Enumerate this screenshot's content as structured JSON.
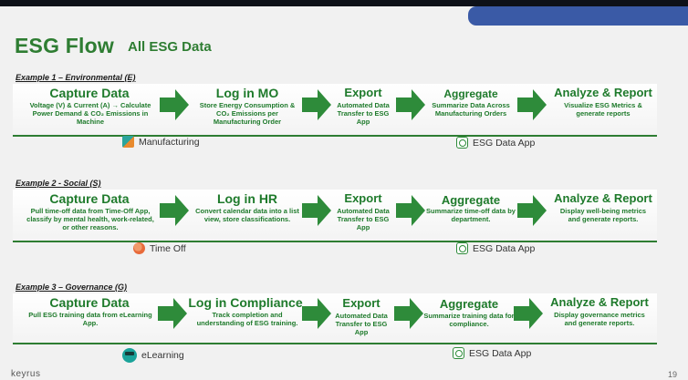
{
  "header": {
    "title": "ESG Flow",
    "subtitle": "All ESG Data"
  },
  "examples": [
    {
      "label": "Example 1 – Environmental (E)",
      "steps": [
        {
          "title": "Capture Data",
          "desc": "Voltage (V) & Current (A) → Calculate Power Demand & CO₂ Emissions in Machine"
        },
        {
          "title": "Log in MO",
          "desc": "Store Energy Consumption & CO₂ Emissions per Manufacturing Order"
        },
        {
          "title": "Export",
          "desc": "Automated Data Transfer to ESG App"
        },
        {
          "title": "Aggregate",
          "desc": "Summarize Data Across Manufacturing Orders"
        },
        {
          "title": "Analyze & Report",
          "desc": "Visualize ESG Metrics & generate reports"
        }
      ],
      "apps": [
        {
          "name": "Manufacturing",
          "icon": "manufacturing-icon"
        },
        {
          "name": "ESG Data App",
          "icon": "esg-data-app-icon"
        }
      ]
    },
    {
      "label": "Example 2 - Social (S)",
      "steps": [
        {
          "title": "Capture Data",
          "desc": "Pull time-off data from Time-Off App, classify by mental health, work-related, or other reasons."
        },
        {
          "title": "Log in HR",
          "desc": "Convert calendar data into a list view, store classifications."
        },
        {
          "title": "Export",
          "desc": "Automated Data Transfer to ESG App"
        },
        {
          "title": "Aggregate",
          "desc": "Summarize time-off data by department."
        },
        {
          "title": "Analyze & Report",
          "desc": "Display well-being metrics and generate reports."
        }
      ],
      "apps": [
        {
          "name": "Time Off",
          "icon": "time-off-icon"
        },
        {
          "name": "ESG Data App",
          "icon": "esg-data-app-icon"
        }
      ]
    },
    {
      "label": "Example 3 – Governance (G)",
      "steps": [
        {
          "title": "Capture Data",
          "desc": "Pull ESG training data from eLearning App."
        },
        {
          "title": "Log in Compliance",
          "desc": "Track completion and understanding of ESG training."
        },
        {
          "title": "Export",
          "desc": "Automated Data Transfer to ESG App"
        },
        {
          "title": "Aggregate",
          "desc": "Summarize training data for compliance."
        },
        {
          "title": "Analyze & Report",
          "desc": "Display governance metrics and generate reports."
        }
      ],
      "apps": [
        {
          "name": "eLearning",
          "icon": "elearning-icon"
        },
        {
          "name": "ESG Data App",
          "icon": "esg-data-app-icon"
        }
      ]
    }
  ],
  "footer": {
    "brand": "keyrus",
    "page": "19"
  },
  "colors": {
    "accent_green": "#2e7d32",
    "arrow_green": "#2e8b3a",
    "band_blue": "#3a5aa6"
  }
}
